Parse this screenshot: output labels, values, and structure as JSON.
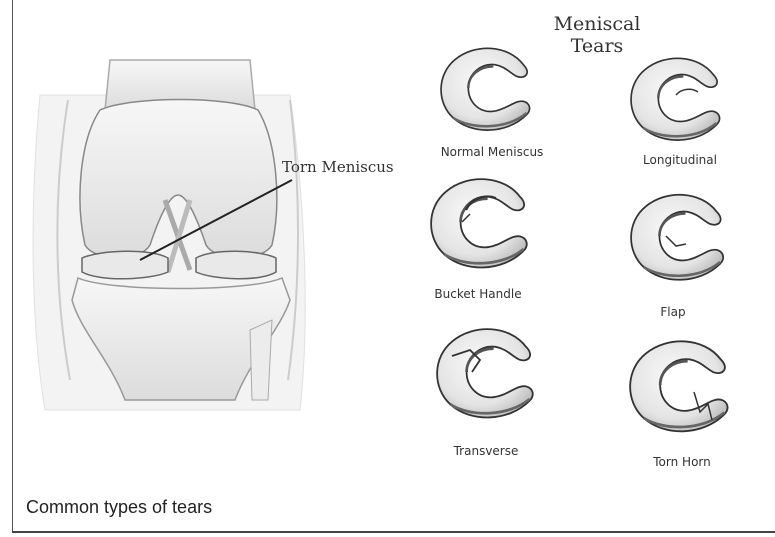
{
  "diagram": {
    "title_line1": "Meniscal",
    "title_line2": "Tears",
    "knee_label": "Torn Meniscus",
    "caption": "Common types of tears",
    "tears": [
      {
        "label": "Normal Meniscus"
      },
      {
        "label": "Longitudinal"
      },
      {
        "label": "Bucket Handle"
      },
      {
        "label": "Flap"
      },
      {
        "label": "Transverse"
      },
      {
        "label": "Torn Horn"
      }
    ]
  }
}
